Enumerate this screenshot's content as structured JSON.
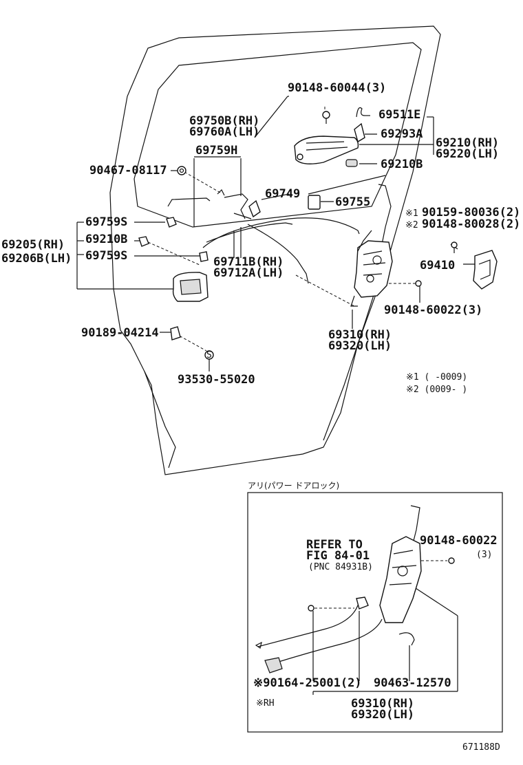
{
  "labels": {
    "p90148_60044": "90148-60044(3)",
    "p69511E": "69511E",
    "p69293A": "69293A",
    "p69210RH": "69210(RH)",
    "p69220LH": "69220(LH)",
    "p69210B_top": "69210B",
    "p69750B": "69750B(RH)",
    "p69760A": "69760A(LH)",
    "p69759H": "69759H",
    "p90467": "90467-08117",
    "p69749": "69749",
    "p69755": "69755",
    "p90159": "90159-80036(2)",
    "p90148_80028": "90148-80028(2)",
    "mark1": "※1",
    "mark2": "※2",
    "p69759S_a": "69759S",
    "p69210B_left": "69210B",
    "p69759S_b": "69759S",
    "p69205": "69205(RH)",
    "p69206B": "69206B(LH)",
    "p69711B": "69711B(RH)",
    "p69712A": "69712A(LH)",
    "p69410": "69410",
    "p90148_60022_top": "90148-60022(3)",
    "p90189": "90189-04214",
    "p69310_top": "69310(RH)",
    "p69320_top": "69320(LH)",
    "p93530": "93530-55020",
    "note1": "※1 (      -0009)",
    "note2": "※2 (0009-      )",
    "inset_title": "アリ(パワー ドアロック)",
    "refer1": "REFER TO",
    "refer2": "FIG 84-01",
    "refer3": "(PNC 84931B)",
    "p90148_60022_inset": "90148-60022",
    "p90148_60022_qty": "(3)",
    "p90164": "※90164-25001(2)",
    "p90463": "90463-12570",
    "p69310_inset": "69310(RH)",
    "p69320_inset": "69320(LH)",
    "rh_note": "※RH",
    "diagram_code": "671188D"
  }
}
